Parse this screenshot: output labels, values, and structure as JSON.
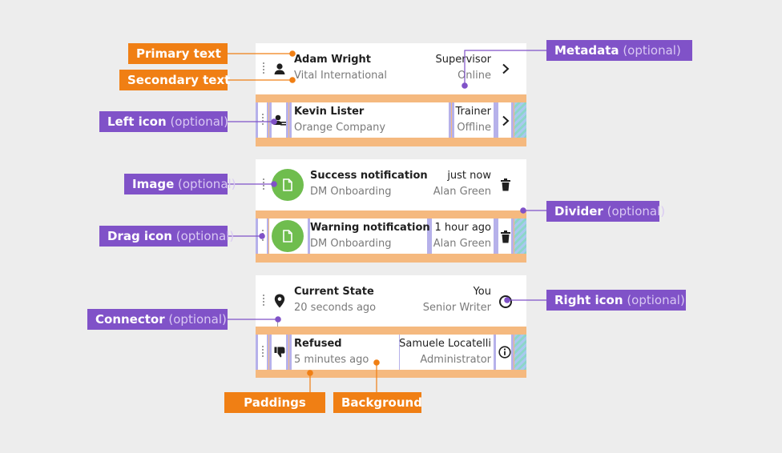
{
  "groups": [
    {
      "items": [
        {
          "primary": "Adam Wright",
          "secondary": "Vital International",
          "meta_primary": "Supervisor",
          "meta_secondary": "Online",
          "left_icon": "user-icon",
          "right_icon": "chevron-right-icon"
        },
        {
          "primary": "Kevin Lister",
          "secondary": "Orange Company",
          "meta_primary": "Trainer",
          "meta_secondary": "Offline",
          "left_icon": "user-group-icon",
          "right_icon": "chevron-right-icon"
        }
      ]
    },
    {
      "items": [
        {
          "primary": "Success notification",
          "secondary": "DM Onboarding",
          "meta_primary": "just now",
          "meta_secondary": "Alan Green",
          "image": "document-icon",
          "right_icon": "trash-icon"
        },
        {
          "primary": "Warning notification",
          "secondary": "DM Onboarding",
          "meta_primary": "1 hour ago",
          "meta_secondary": "Alan Green",
          "image": "document-icon",
          "right_icon": "trash-icon"
        }
      ]
    },
    {
      "items": [
        {
          "primary": "Current State",
          "secondary": "20 seconds ago",
          "meta_primary": "You",
          "meta_secondary": "Senior Writer",
          "left_icon": "location-pin-icon",
          "right_icon": "radio-icon"
        },
        {
          "primary": "Refused",
          "secondary": "5 minutes ago",
          "meta_primary": "Samuele Locatelli",
          "meta_secondary": "Administrator",
          "left_icon": "thumbs-down-icon",
          "right_icon": "info-icon"
        }
      ]
    }
  ],
  "annotations": {
    "primary_text": "Primary text",
    "secondary_text": "Secondary text",
    "metadata": {
      "name": "Metadata",
      "optional": "(optional)"
    },
    "left_icon": {
      "name": "Left icon",
      "optional": "(optional)"
    },
    "image": {
      "name": "Image",
      "optional": "(optional)"
    },
    "divider": {
      "name": "Divider",
      "optional": "(optional)"
    },
    "drag_icon": {
      "name": "Drag icon",
      "optional": "(optional)"
    },
    "right_icon": {
      "name": "Right icon",
      "optional": "(optional)"
    },
    "connector": {
      "name": "Connector",
      "optional": "(optional)"
    },
    "paddings": "Paddings",
    "background": "Background"
  },
  "colors": {
    "orange_label": "#f07f14",
    "violet_label": "#8052c8",
    "padding_fill": "#f5b97f",
    "purple_fill": "#b6b1ea",
    "image_green": "#6fbd4e",
    "page_background": "#ededed"
  }
}
